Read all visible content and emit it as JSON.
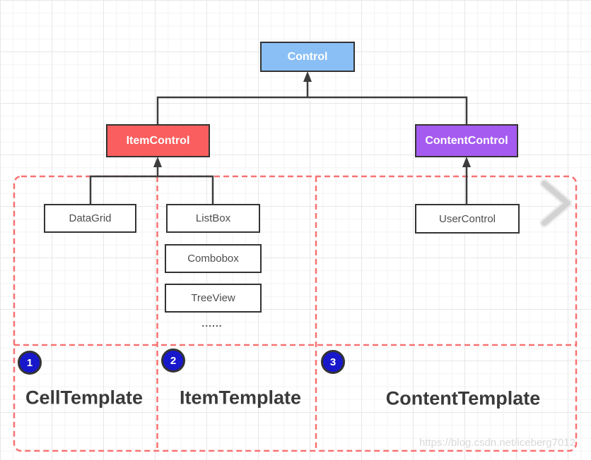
{
  "diagram": {
    "nodes": {
      "control": {
        "label": "Control",
        "fill": "#8ABFF5"
      },
      "itemControl": {
        "label": "ItemControl",
        "fill": "#FA5E5E"
      },
      "contentControl": {
        "label": "ContentControl",
        "fill": "#A55BF0"
      },
      "dataGrid": {
        "label": "DataGrid"
      },
      "listBox": {
        "label": "ListBox"
      },
      "comboBox": {
        "label": "Combobox"
      },
      "treeView": {
        "label": "TreeView"
      },
      "userControl": {
        "label": "UserControl"
      },
      "ellipsis": {
        "label": "......"
      }
    },
    "regions": [
      {
        "number": "1",
        "label": "CellTemplate"
      },
      {
        "number": "2",
        "label": "ItemTemplate"
      },
      {
        "number": "3",
        "label": "ContentTemplate"
      }
    ],
    "colors": {
      "connector": "#3C3C3C",
      "dashed_region_border": "#F87272",
      "badge_fill": "#1717CB",
      "box_border": "#333333",
      "grid_minor": "#F3F3F3",
      "grid_major": "#E7E7E7"
    },
    "icons": {
      "next_chevron": "›"
    }
  },
  "watermark": {
    "text": "https://blog.csdn.net/iceberg7012"
  }
}
